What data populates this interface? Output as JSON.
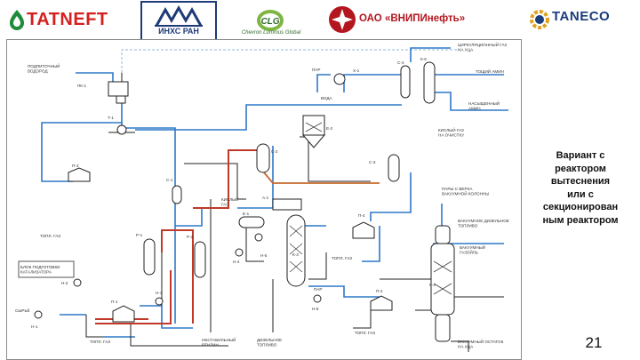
{
  "logos": {
    "tatneft": "TATNEFT",
    "inhs": "ИНХС РАН",
    "clg_mark": "CLG",
    "clg": "Chevron Lummus Global",
    "vnipi": "ОАО «ВНИПИнефть»",
    "taneco": "TANECO"
  },
  "caption": [
    "Вариант с",
    "реактором",
    "вытеснения",
    "или с",
    "секционирован",
    "ным реактором"
  ],
  "page_number": "21",
  "diagram": {
    "labels": {
      "hydrogen": "ПОДПИТОЧНЫЙ\nВОДОРОД",
      "pk1": "ПК-1",
      "t1": "Т-1",
      "p3": "П-3",
      "fuel_gas_left": "ТОПЛ. ГАЗ",
      "catalyst_block": "БЛОК ПОДГОТОВКИ\nКАТАЛИЗАТОРА",
      "n2": "Н-2",
      "feed": "СЫРЬЁ",
      "n1": "Н-1",
      "p1": "П-1",
      "n3": "Н-3",
      "r1": "Р-1",
      "r2": "Р-2",
      "s1": "С-1",
      "fuel_gas_bottom": "ТОПЛ. ГАЗ",
      "steam_top": "ПАР",
      "water": "ВОДА",
      "x1": "Х-1",
      "e2": "Е-2",
      "s2": "С-2",
      "s4": "С-4",
      "k6": "К-6",
      "circ_gas": "ЦИРКУЛЯЦИОННЫЙ ГАЗ\nНА ХЦА",
      "poor_amine": "ТОЩИЙ АМИН",
      "rich_amine": "НАСЫЩЕННЫЙ\nАМИН",
      "acid_gas": "КИСЛЫЙ ГАЗ\nНА ОЧИСТКУ",
      "s3": "С-3",
      "sour_gas": "КИСЛЫЙ\nГАЗ",
      "a1": "А-1",
      "e1": "Е-1",
      "n5": "Н-5",
      "n4": "Н-4",
      "k3": "К-3",
      "p4": "П-4",
      "vacuum_column": "ПАРЫ С ВЕРХА\nВАКУУМНОЙ КОЛОННЫ",
      "fuel_gas_mid": "ТОПЛ. ГАЗ",
      "steam_mid": "ПАР",
      "n6": "Н-6",
      "p2": "П-2",
      "fuel_gas_right": "ТОПЛ. ГАЗ",
      "vac_diesel": "ВАКУУМНОЕ ДИЗЕЛЬНОЕ\nТОПЛИВО",
      "vac_gasoil": "ВАКУУМНЫЙ\nГАЗОЙЛЬ",
      "k4": "К-4",
      "naphtha": "НЕСТАБИЛЬНЫЙ\nБЕНЗИН",
      "diesel": "ДИЗЕЛЬНОЕ\nТОПЛИВО",
      "vac_residue": "ВАКУУМНЫЙ ОСТАТОК\nНА ХЦА"
    },
    "colors": {
      "blue": "#2f78c8",
      "dashed": "#8fb5de",
      "red": "#c0392b",
      "orange": "#c66a2b",
      "black": "#222222"
    }
  }
}
